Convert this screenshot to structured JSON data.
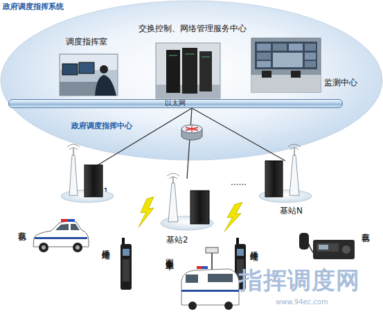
{
  "diagram": {
    "nodes": [
      {
        "text": [
          "政府调度指挥系统",
          "政府调度指挥中心"
        ]
      },
      {
        "text": [
          "调度指挥室"
        ],
        "in": 0
      },
      {
        "text": [
          "交换控制、网络管理服务中心"
        ],
        "in": 0
      },
      {
        "text": [
          "监测中心"
        ],
        "in": 0
      },
      {
        "text": [
          "以太网"
        ],
        "in": 0
      },
      {
        "text": [
          "基站1"
        ]
      },
      {
        "text": [
          "基站2"
        ]
      },
      {
        "text": [
          "基站N"
        ]
      },
      {
        "text": [
          "车载台"
        ]
      },
      {
        "text": [
          "手持终端"
        ]
      },
      {
        "text": [
          "图像采集车"
        ]
      },
      {
        "text": [
          "手持终端"
        ]
      },
      {
        "text": [
          "车载台"
        ]
      }
    ],
    "edges": [
      {
        "from": 4,
        "to": 5,
        "arrow": "none"
      },
      {
        "from": 4,
        "to": 6,
        "arrow": "none"
      },
      {
        "from": 4,
        "to": 7,
        "arrow": "none"
      }
    ],
    "labels": [
      "......",
      "指挥调度网",
      "www.94ec.com"
    ]
  }
}
